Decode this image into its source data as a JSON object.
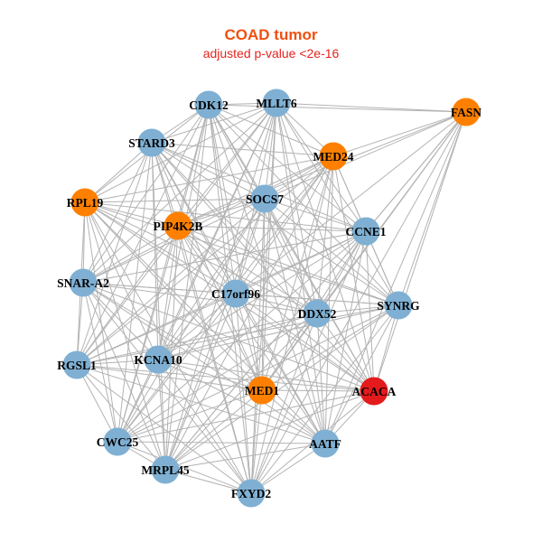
{
  "header": {
    "title": "COAD tumor",
    "subtitle": "adjusted p-value <2e-16"
  },
  "colors": {
    "edge": "#b3b3b3",
    "group_blue": "#7FB0D3",
    "group_orange": "#FF8000",
    "group_red": "#E41A1C"
  },
  "nodes": [
    {
      "id": "CDK12",
      "label": "CDK12",
      "group": "blue"
    },
    {
      "id": "MLLT6",
      "label": "MLLT6",
      "group": "blue"
    },
    {
      "id": "FASN",
      "label": "FASN",
      "group": "orange"
    },
    {
      "id": "STARD3",
      "label": "STARD3",
      "group": "blue"
    },
    {
      "id": "MED24",
      "label": "MED24",
      "group": "orange"
    },
    {
      "id": "RPL19",
      "label": "RPL19",
      "group": "orange"
    },
    {
      "id": "PIP4K2B",
      "label": "PIP4K2B",
      "group": "orange"
    },
    {
      "id": "SOCS7",
      "label": "SOCS7",
      "group": "blue"
    },
    {
      "id": "CCNE1",
      "label": "CCNE1",
      "group": "blue"
    },
    {
      "id": "SNAR-A2",
      "label": "SNAR-A2",
      "group": "blue"
    },
    {
      "id": "C17orf96",
      "label": "C17orf96",
      "group": "blue"
    },
    {
      "id": "DDX52",
      "label": "DDX52",
      "group": "blue"
    },
    {
      "id": "SYNRG",
      "label": "SYNRG",
      "group": "blue"
    },
    {
      "id": "RGSL1",
      "label": "RGSL1",
      "group": "blue"
    },
    {
      "id": "KCNA10",
      "label": "KCNA10",
      "group": "blue"
    },
    {
      "id": "MED1",
      "label": "MED1",
      "group": "orange"
    },
    {
      "id": "ACACA",
      "label": "ACACA",
      "group": "red"
    },
    {
      "id": "CWC25",
      "label": "CWC25",
      "group": "blue"
    },
    {
      "id": "AATF",
      "label": "AATF",
      "group": "blue"
    },
    {
      "id": "MRPL45",
      "label": "MRPL45",
      "group": "blue"
    },
    {
      "id": "FXYD2",
      "label": "FXYD2",
      "group": "blue"
    }
  ],
  "excluded_edges": [
    [
      "FASN",
      "RPL19"
    ],
    [
      "FASN",
      "SNAR-A2"
    ],
    [
      "FASN",
      "RGSL1"
    ],
    [
      "FASN",
      "CWC25"
    ],
    [
      "FASN",
      "STARD3"
    ],
    [
      "FASN",
      "KCNA10"
    ]
  ]
}
